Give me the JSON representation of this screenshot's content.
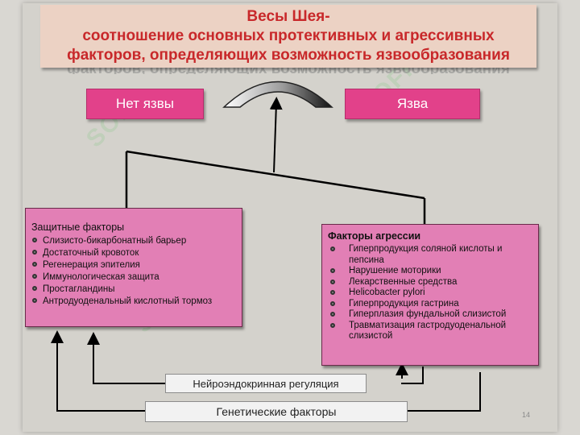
{
  "title": {
    "line1": "Весы Шея-",
    "line2": "соотношение основных протективных и агрессивных",
    "line3": "факторов, определяющих возможность язвообразования"
  },
  "no_ulcer_label": "Нет язвы",
  "ulcer_label": "Язва",
  "protective": {
    "heading": "Защитные факторы",
    "items": [
      "Слизисто-бикарбонатный барьер",
      "Достаточный кровоток",
      "Регенерация эпителия",
      "Иммунологическая защита",
      "Простагландины",
      "Антродуоденальный кислотный тормоз"
    ]
  },
  "aggressive": {
    "heading": "Факторы агрессии",
    "items": [
      "Гиперпродукция соляной кислоты и пепсина",
      "Нарушение моторики",
      "Лекарственные средства",
      "Helicobacter pylori",
      "Гиперпродукция гастрина",
      "Гиперплазия фундальной слизистой",
      "Травматизация гастродуоденальной слизистой"
    ]
  },
  "neuro_label": "Нейроэндокринная регуляция",
  "genetic_label": "Генетические факторы",
  "page_number": "14",
  "watermark_text": "SOFF",
  "colors": {
    "title_text": "#c8282a",
    "outcome_box": "#e2418a",
    "factor_box": "#e27fb5"
  }
}
